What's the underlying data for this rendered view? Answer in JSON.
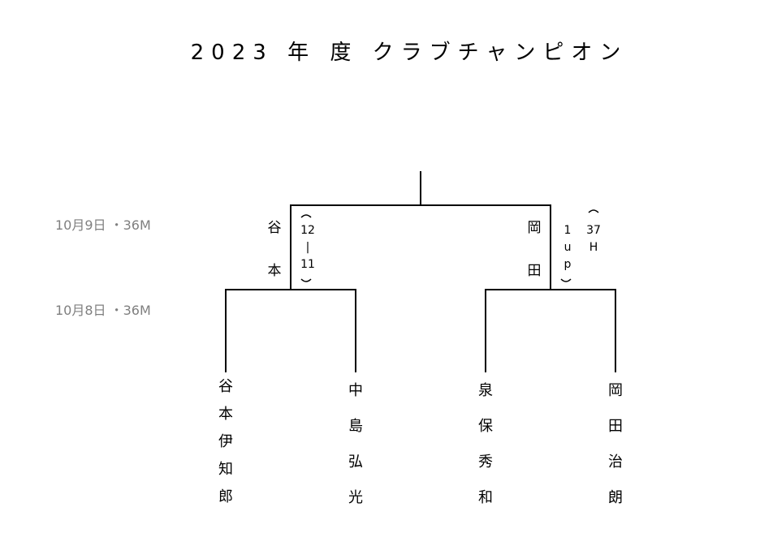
{
  "title": "2023 年 度 クラブチャンピオン",
  "rounds": {
    "final_label": "10月9日 ・36M",
    "semi_label": "10月8日 ・36M"
  },
  "final": {
    "left_winner": [
      "谷",
      "本"
    ],
    "left_score": [
      "12",
      "|",
      "11"
    ],
    "right_winner": [
      "岡",
      "田"
    ],
    "right_score": [
      "1",
      "u",
      "p"
    ],
    "right_extra": [
      "37",
      "H"
    ]
  },
  "players": [
    {
      "name": [
        "谷",
        "本",
        "伊",
        "知",
        "郎"
      ]
    },
    {
      "name": [
        "中",
        "島",
        "弘",
        "光"
      ]
    },
    {
      "name": [
        "泉",
        "保",
        "秀",
        "和"
      ]
    },
    {
      "name": [
        "岡",
        "田",
        "治",
        "朗"
      ]
    }
  ]
}
